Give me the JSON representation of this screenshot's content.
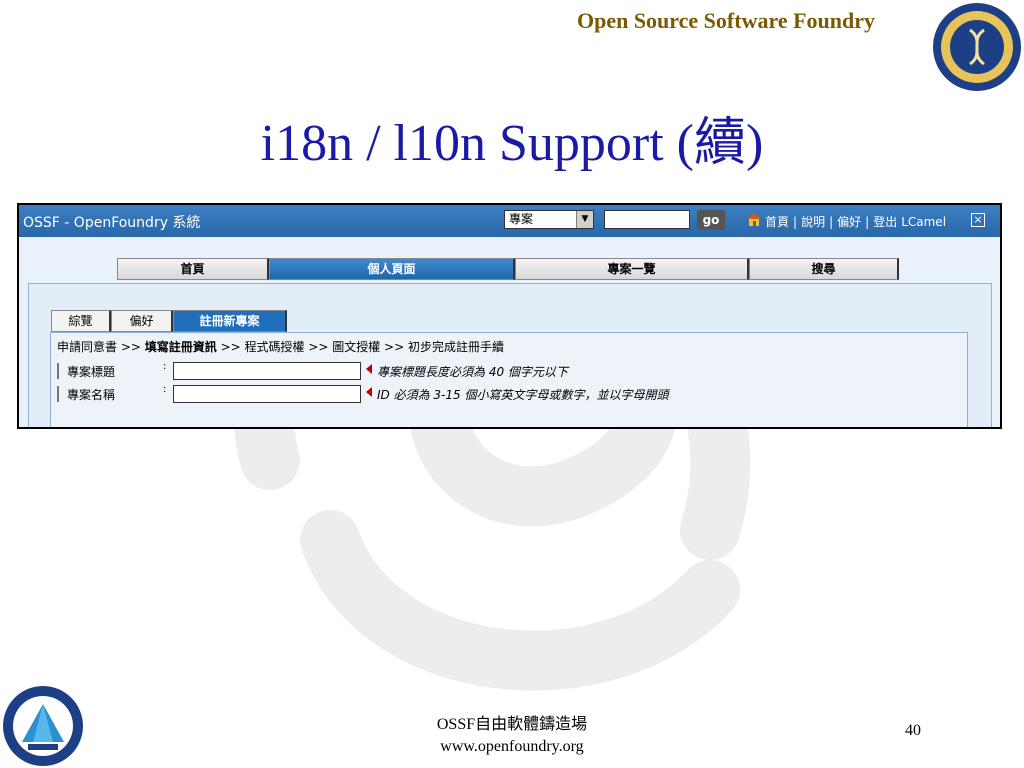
{
  "slide": {
    "header": "Open Source Software Foundry",
    "title": "i18n / l10n Support (續)",
    "footer_line1": "OSSF自由軟體鑄造場",
    "footer_line2": "www.openfoundry.org",
    "page_number": "40"
  },
  "app": {
    "title": "OSSF - OpenFoundry 系統",
    "category_select": "專案",
    "search_value": "",
    "go_label": "go",
    "links": [
      "首頁",
      "|",
      "說明",
      "|",
      "偏好",
      "|",
      "登出",
      "LCamel"
    ],
    "close_label": "×"
  },
  "nav_tabs": [
    {
      "label": "首頁"
    },
    {
      "label": "個人頁面"
    },
    {
      "label": "專案一覽"
    },
    {
      "label": "搜尋"
    }
  ],
  "sub_tabs": [
    {
      "label": "綜覽"
    },
    {
      "label": "偏好"
    },
    {
      "label": "註冊新專案"
    }
  ],
  "steps": {
    "s1": "申請同意書 >> ",
    "s2": "填寫註冊資訊",
    "s3": " >> 程式碼授權 >> 圖文授權 >> 初步完成註冊手續"
  },
  "form": {
    "rows": [
      {
        "label": "專案標題",
        "colon": ":",
        "value": "",
        "hint": "專案標題長度必須為 40 個字元以下"
      },
      {
        "label": "專案名稱",
        "colon": ":",
        "value": "",
        "hint": "ID 必須為 3-15 個小寫英文字母或數字，並以字母開頭"
      }
    ]
  },
  "colors": {
    "title_blue": "#1a1aa6",
    "header_gold": "#7a5a00",
    "topbar_blue": "#2867a8",
    "active_tab": "#1f6fba"
  }
}
